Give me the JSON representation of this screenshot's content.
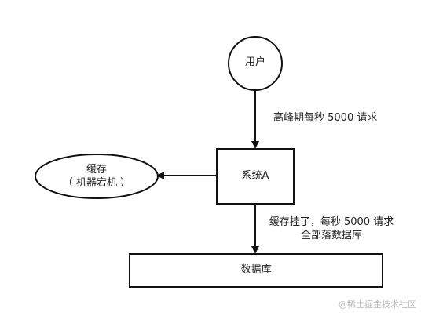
{
  "nodes": {
    "user": "用户",
    "system_a": "系统A",
    "cache_line1": "缓存",
    "cache_line2": "（ 机器宕机 ）",
    "database": "数据库"
  },
  "edges": {
    "peak_requests": "高峰期每秒 5000 请求",
    "fallback_line1": "缓存挂了，每秒 5000 请求",
    "fallback_line2": "全部落数据库"
  },
  "watermark": "@稀土掘金技术社区"
}
